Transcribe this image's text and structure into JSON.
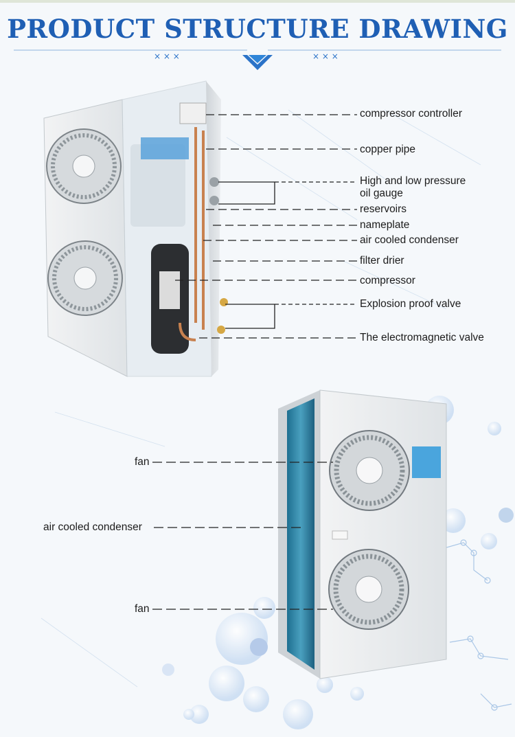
{
  "title": "PRODUCT STRUCTURE DRAWING",
  "colors": {
    "title": "#1f5fb4",
    "accent": "#3b8ad6",
    "unit_body": "#e9ecee",
    "coil": "#2f7fa0"
  },
  "top_unit": {
    "labels": [
      "compressor controller",
      "copper pipe",
      "High and low pressure",
      "oil gauge",
      "reservoirs",
      "nameplate",
      "air cooled condenser",
      "filter drier",
      "compressor",
      "Explosion proof valve",
      "The electromagnetic valve"
    ]
  },
  "bottom_unit": {
    "labels": [
      "fan",
      "air cooled condenser",
      "fan"
    ]
  }
}
